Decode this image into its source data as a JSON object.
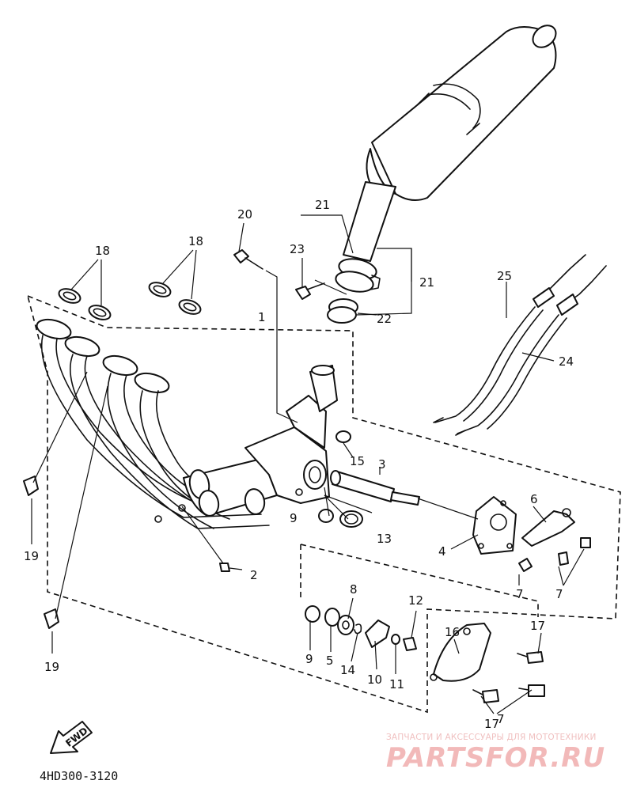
{
  "diagram": {
    "callouts": [
      "1",
      "2",
      "3",
      "4",
      "5",
      "6",
      "7",
      "7",
      "7",
      "8",
      "9",
      "9",
      "10",
      "11",
      "12",
      "13",
      "14",
      "15",
      "16",
      "17",
      "17",
      "18",
      "18",
      "19",
      "19",
      "20",
      "21",
      "21",
      "22",
      "23",
      "24",
      "25"
    ],
    "fwd_label": "FWD",
    "drawing_code": "4HD300-3120"
  },
  "watermark": {
    "tagline": "ЗАПЧАСТИ И АКСЕССУАРЫ ДЛЯ МОТОТЕХНИКИ",
    "logo": "PARTSFOR.RU",
    "color": "#f2b9b9"
  }
}
